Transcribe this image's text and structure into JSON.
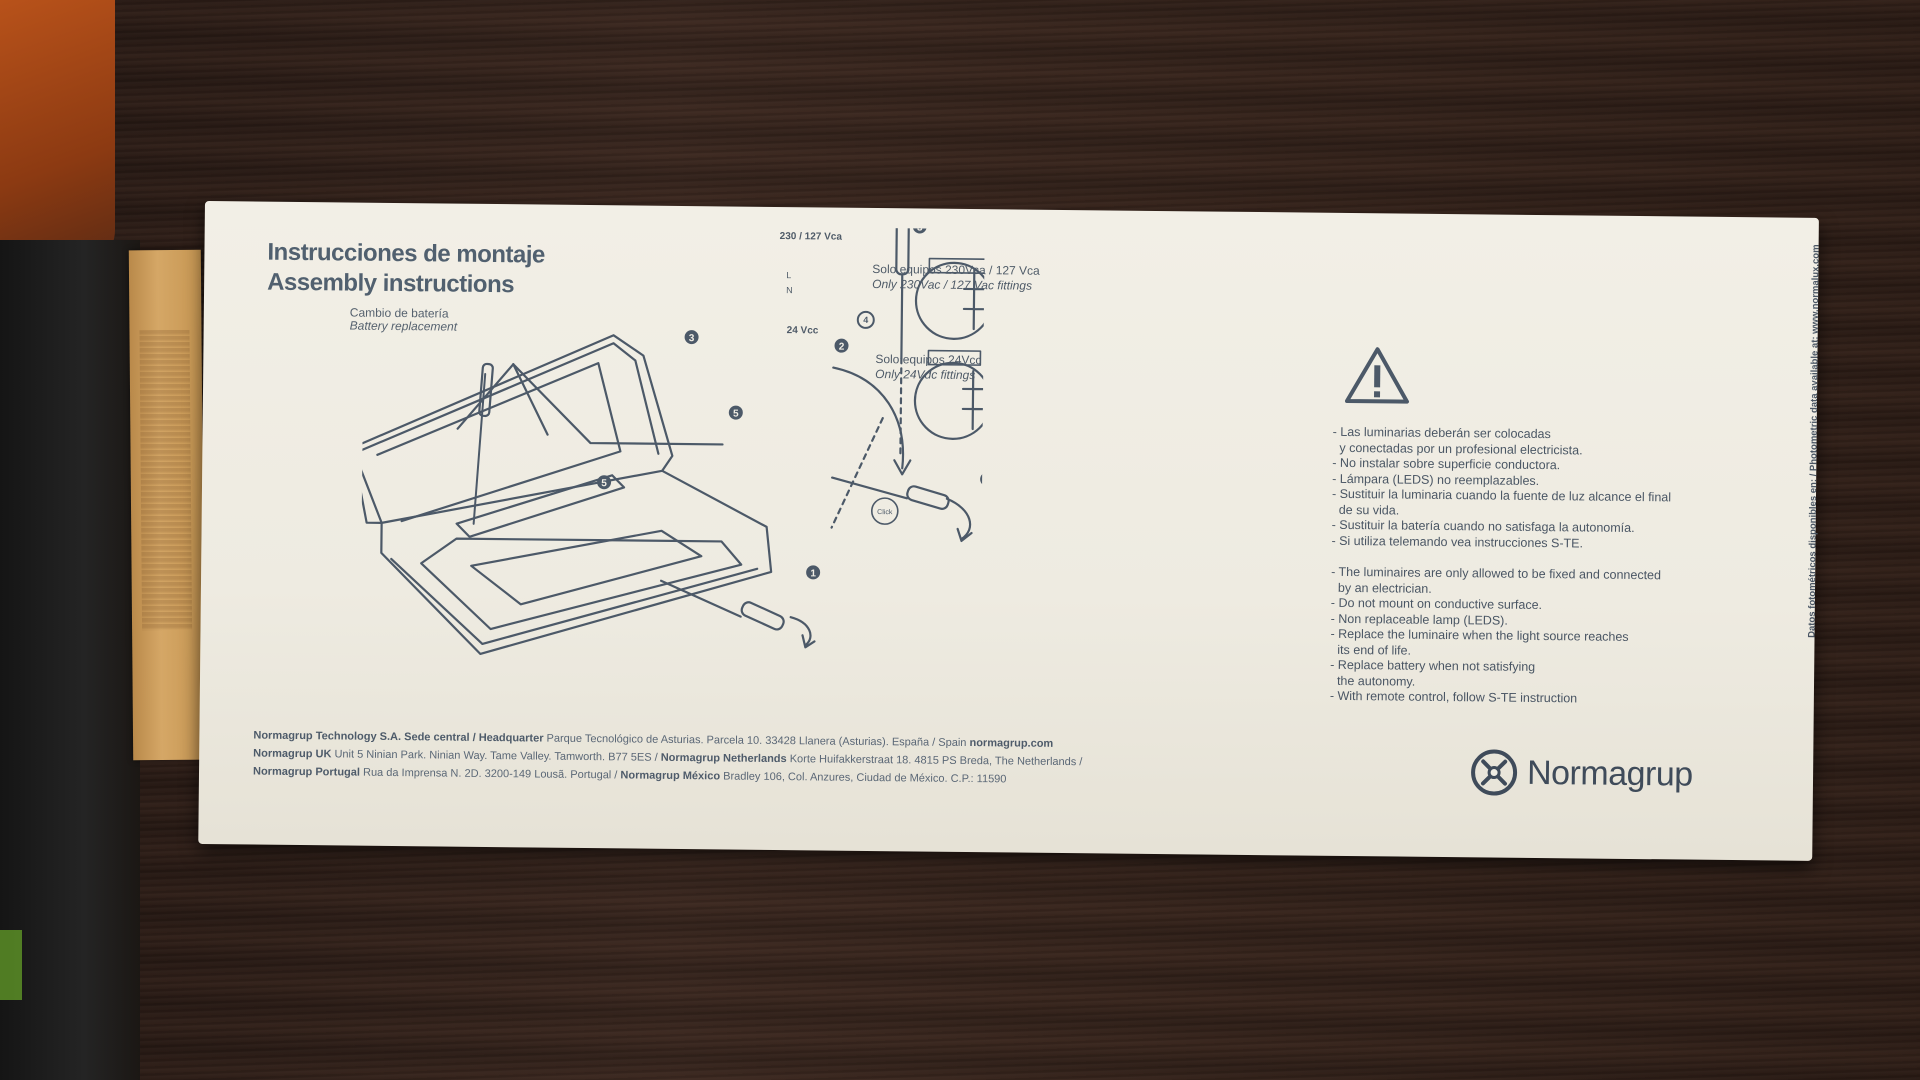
{
  "box": {
    "title_es": "Instrucciones de montaje",
    "title_en": "Assembly instructions",
    "battery_label_es": "Cambio de batería",
    "battery_label_en": "Battery replacement",
    "click_label": "Click",
    "step_numbers": [
      "1",
      "2",
      "3",
      "4",
      "5"
    ],
    "spec_230": {
      "tag": "230 / 127 Vca",
      "es": "Solo equipos 230Vca / 127 Vca",
      "en": "Only 230Vac  / 127 Vac fittings",
      "terminal_l": "L",
      "terminal_n": "N"
    },
    "spec_24": {
      "tag": "24 Vcc",
      "es": "Solo equipos 24Vcc",
      "en": "Only 24Vdc fittings"
    },
    "warnings_es": [
      "- Las luminarias deberán ser colocadas",
      "  y conectadas por un profesional electricista.",
      "- No instalar sobre superficie conductora.",
      "- Lámpara (LEDS) no reemplazables.",
      "- Sustituir la luminaria cuando la fuente de luz alcance el final",
      "  de su vida.",
      "- Sustituir la batería cuando no satisfaga la autonomía.",
      "- Si utiliza telemando vea instrucciones S-TE."
    ],
    "warnings_en": [
      "- The luminaires are only allowed to be fixed and connected",
      "  by an electrician.",
      "- Do not mount on conductive surface.",
      "- Non replaceable lamp (LEDS).",
      "- Replace the luminaire when the light source reaches",
      "  its end of life.",
      "- Replace battery when not satisfying",
      "  the autonomy.",
      "- With remote control, follow S-TE instruction"
    ],
    "footer": {
      "line1_bold": "Normagrup Technology S.A. Sede central / Headquarter",
      "line1_rest": " Parque Tecnológico de Asturias. Parcela 10. 33428 Llanera (Asturias). España / Spain ",
      "line1_web": "normagrup.com",
      "line2_bold_a": "Normagrup UK",
      "line2_rest_a": " Unit 5 Ninian Park. Ninian Way. Tame Valley. Tamworth. B77 5ES / ",
      "line2_bold_b": "Normagrup Netherlands",
      "line2_rest_b": " Korte Huifakkerstraat 18. 4815 PS Breda, The Netherlands /",
      "line3_bold_a": "Normagrup Portugal",
      "line3_rest_a": " Rua da Imprensa N. 2D. 3200-149 Lousã. Portugal / ",
      "line3_bold_b": "Normagrup México",
      "line3_rest_b": " Bradley 106, Col. Anzures, Ciudad de México. C.P.: 11590"
    },
    "brand": "Normagrup",
    "side_text": "Datos fotométricos disponibles en: / Photometric data available at:  www.normalux.com"
  },
  "colors": {
    "ink": "#4c5968",
    "box": "#f0ede4",
    "tape": "#c99a57",
    "table": "#2e1f18"
  }
}
